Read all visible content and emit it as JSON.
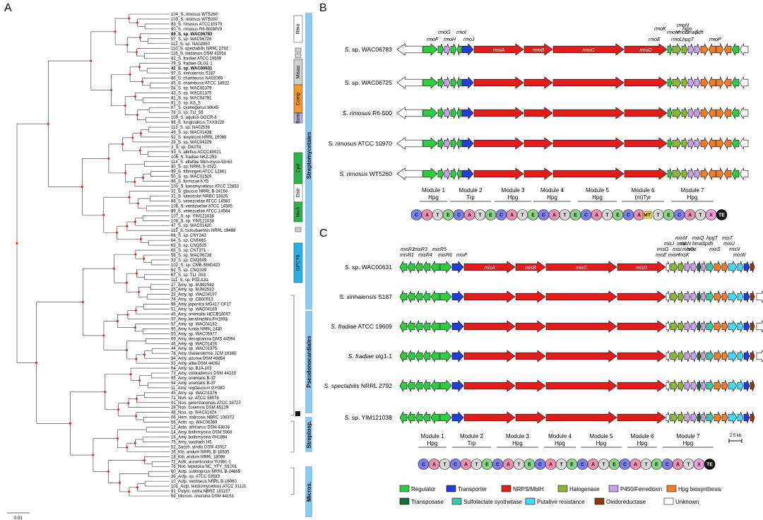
{
  "panels": {
    "a": "A",
    "b": "B",
    "c": "C"
  },
  "colors": {
    "Regulator": "#2ecc40",
    "Transporter": "#1f3fd6",
    "NRPS/MbtH": "#e21b1b",
    "Halogenase": "#8bb63a",
    "P450/Ferredoxin": "#c8a2e8",
    "Hpg biosynthesis": "#ef7d2b",
    "Transposase": "#1d6b38",
    "Sulfolactate synthetase": "#3cc7a8",
    "Putative resistance": "#45d8f0",
    "Oxidoreductase": "#8a3b12",
    "Unknown": "#ffffff"
  },
  "legend": [
    {
      "label": "Regulator",
      "key": "Regulator"
    },
    {
      "label": "Transporter",
      "key": "Transporter"
    },
    {
      "label": "NRPS/MbtH",
      "key": "NRPS/MbtH"
    },
    {
      "label": "Halogenase",
      "key": "Halogenase"
    },
    {
      "label": "P450/Ferredoxin",
      "key": "P450/Ferredoxin"
    },
    {
      "label": "Hpg biosynthesis",
      "key": "Hpg biosynthesis"
    },
    {
      "label": "Transposase",
      "key": "Transposase"
    },
    {
      "label": "Sulfolactate synthetase",
      "key": "Sulfolactate synthetase"
    },
    {
      "label": "Putative resistance",
      "key": "Putative resistance"
    },
    {
      "label": "Oxidoreductase",
      "key": "Oxidoreductase"
    },
    {
      "label": "Unknown",
      "key": "Unknown"
    }
  ],
  "tree": {
    "leaves": [
      "104_S. rimosus WT5260",
      "103_S. rimosus WT5260",
      "83_S. rimosus ATCC10970",
      "90_S. rimosus R6-500MV9",
      "89_S. sp. WAC06783",
      "57_S. sp. WAC06726",
      "112_S. sp. NA02950",
      "110_S. spectabilis NRRL 2792",
      "116_S. lividansis DSM 41554",
      "82_S. fradiae ATCC 19609",
      "79_S. fradiae OLG1-1",
      "42_S. sp. WAC00631",
      "97_S. xinhaiensis S187",
      "86_S. chartreusis NA02069",
      "85_S. chartreusis ATCC 14922",
      "54_S. sp. WAC05379",
      "43_S. sp. WAC01375",
      "81_S. sp. WAC04791",
      "91_S. sp. KS_5",
      "87_S. cyanogenus MK45",
      "78_S. sp. TLI_55",
      "109_S. aquilus GGCR-6",
      "98_S. fungicidicus TXX3120",
      "113_S. sp. NA02536",
      "49_S. sp. WAC01438",
      "92_S. toxytricini NRRL 15089",
      "29_S. sp. WAC04229",
      "3_S. sp. OK074",
      "93_S. albiflus ACCC40021",
      "105_S. fradiae NKZ-259",
      "114_S. alfalfae Men-myco-93-63",
      "30_S. sp. NRRL S-1521",
      "99_S. tilbningeri ATCC 12461",
      "50_S. sp. WAC01529",
      "96_S. formicae KY5",
      "100_S. kanamyceticus ATCC 12853",
      "32_S. glaucus NRRL B-24166",
      "31_S. luteocolor NRBC 13826",
      "88_S. venezuelae ATCC 14583",
      "106_S. venezuelae ATCC 14585",
      "89_S. venezuelae ATCC 14584",
      "107_S. sp. YIM121038",
      "108_S. sp. YIM121038",
      "47_S. sp. WAC01420",
      "115_S. tsukubaensis NRRL 18488",
      "66_S. sp. CNY243",
      "64_S. sp. CNS665",
      "63_S. sp. CNQ525",
      "65_S. sp. CNT371",
      "58_S. sp. WAC06738",
      "33_S. sp. CNQ509",
      "102_S. sp. CMB-StM0423",
      "62_S. sp. CNQ329",
      "67_S. sp. TLI_053",
      "111_S. sp. P02-A3a",
      "27_Amy. sp. MJM2582",
      "25_Amy. sp. MJM2582",
      "23_Amy. sp. WAC04197",
      "74_Amy. sp. CB00013",
      "98_Amy. japonica MG417-CF17",
      "51_Amy. sp. WAC04169",
      "45_Amy. orientalis HCCB10007",
      "07_Amy. keratiniphila FH1893",
      "57_Amy. sp. WAC04182",
      "95_Amy. lurida NRRL 2430",
      "55_Amy. sp. WAC05977",
      "69_Amy. decaplanina DMS 44594",
      "46_Amy. sp. WAC01416",
      "44_Amy. sp. WAC01375",
      "76_Amy. thailandensis JCM 16380",
      "94_Amy. azurea DSM 43854",
      "93_Amy. alba DSM 44262",
      "84_Amy. sp. BJA-103",
      "73_Amy. coloradensis DSM 44225",
      "95_Amy. orientalis B-37",
      "94_Amy. orientalis B-37",
      "11_Amy. regifaucium GY080",
      "45_Amy. sp. WAC01376",
      "71_Non. sp. ATCC 55076",
      "01_Non. gerenzanensis ATCC 39727",
      "28_Non. coxensis DSM 45129",
      "48_Nou. sp. WAC01424",
      "06_Hem. dalicosis NBRC 106372",
      "56_Actn. sp. WAC06369",
      "12_Actn. africanus DSM 43838",
      "14_Amy. balhimycina DSM 5908",
      "16_Amy. balhimycina FH1894",
      "75_Amy. vastitatis H5",
      "52_Sacch. viridis DSM 43017",
      "26_Kib. aridum NRRL B-16635",
      "18_Kib. aridum NRRL 18098",
      "72_Actk. aurantiocolor YU991-1",
      "76_Noc. tepetoca NC_YFY_N1001",
      "60_Actp. subtropicus NRRL B-24665",
      "39_Actp. sp. ATCC 53533",
      "10_Actp. vectineus NRRL B-16060",
      "101_Actp. teichomyceticus ATCC 31121",
      "91_Polym. rubra NBRC 101157",
      "69_Microm. chersina DSM 44151"
    ],
    "bold_leaves": [
      "89_S. sp. WAC06783",
      "42_S. sp. WAC00631"
    ],
    "clades": [
      "Rmo",
      "Misau",
      "Comp",
      "Bomi",
      "Cpd",
      "Ostr",
      "Mich",
      "GPC?8"
    ],
    "groups": [
      "Streptomycetales",
      "Pseudonocardiales",
      "Streptosp.",
      "Micros."
    ],
    "scale_label": "0.01"
  },
  "panelB": {
    "strains": [
      {
        "italic": "S.",
        "rest": " sp. WAC06783"
      },
      {
        "italic": "",
        "rest": "S. sp. WAC06725"
      },
      {
        "italic": "S. rimosus",
        "rest": " R6-500"
      },
      {
        "italic": "S. rimosus",
        "rest": " ATCC 10970"
      },
      {
        "italic": "S. rimosus",
        "rest": " WT5260"
      }
    ],
    "gene_labels": {
      "above": [
        "rmoF",
        "rmoG",
        "rmoH",
        "rmoI",
        "rmoJ",
        "rmoE",
        "rmoK",
        "rmoM",
        "rmoL",
        "rmoN",
        "hmo",
        "rmoO",
        "hmaS",
        "pdh",
        "hpgT",
        "rmoP"
      ],
      "in_red": [
        "rmoA",
        "rmoB",
        "rmoC",
        "rmoD"
      ]
    },
    "modules": [
      {
        "name": "Module 1",
        "sub": "Hpg"
      },
      {
        "name": "Module 2",
        "sub": "Trp"
      },
      {
        "name": "Module 3",
        "sub": "Hpg"
      },
      {
        "name": "Module 4",
        "sub": "Hpg"
      },
      {
        "name": "Module 5",
        "sub": "Hpg"
      },
      {
        "name": "Module 6",
        "sub": "(m)Tyr"
      },
      {
        "name": "Module 7",
        "sub": "Hpg"
      }
    ],
    "domains": [
      "C",
      "A",
      "T",
      "E",
      "C",
      "A",
      "T",
      "E",
      "C",
      "A",
      "T",
      "E",
      "C",
      "A",
      "T",
      "E",
      "C",
      "A",
      "T",
      "E",
      "C",
      "A",
      "MT",
      "T",
      "E",
      "C",
      "A",
      "T",
      "X",
      "TE"
    ]
  },
  "panelC": {
    "strains": [
      {
        "italic": "S.",
        "rest": " sp. WAC00631"
      },
      {
        "italic": "S. xinhaiensis",
        "rest": " S187"
      },
      {
        "italic": "S. fradiae",
        "rest": " ATCC 19609"
      },
      {
        "italic": "S. fradiae",
        "rest": " olg1-1"
      },
      {
        "italic": "S. spectabilis",
        "rest": " NRRL 2792"
      },
      {
        "italic": "S.",
        "rest": " sp. YIM121038"
      }
    ],
    "gene_labels": {
      "above": [
        "misR2",
        "misR3",
        "misR5",
        "misR1",
        "misR4",
        "misR6",
        "misF",
        "misG",
        "misE",
        "misH",
        "misI",
        "misJ",
        "misK",
        "misL",
        "misM",
        "misN",
        "misO",
        "hmo",
        "misQ",
        "hmaS",
        "hpgT",
        "pdh",
        "misS",
        "misT",
        "misU",
        "misV",
        "misW"
      ],
      "in_red": [
        "misA",
        "misB",
        "misC",
        "misD"
      ]
    },
    "modules": [
      {
        "name": "Module 1",
        "sub": "Hpg"
      },
      {
        "name": "Module 2",
        "sub": "Trp"
      },
      {
        "name": "Module 3",
        "sub": "Hpg"
      },
      {
        "name": "Module 4",
        "sub": "Hpg"
      },
      {
        "name": "Module 5",
        "sub": "Hpg"
      },
      {
        "name": "Module 6",
        "sub": "Hpg"
      },
      {
        "name": "Module 7",
        "sub": "Hpg"
      }
    ],
    "domains": [
      "C",
      "A",
      "T",
      "C",
      "A",
      "T",
      "E",
      "C",
      "A",
      "T",
      "E",
      "C",
      "A",
      "T",
      "E",
      "C",
      "A",
      "T",
      "E",
      "C",
      "A",
      "T",
      "E",
      "C",
      "A",
      "T",
      "X",
      "TE"
    ],
    "scale_label": "2.5 kb"
  }
}
